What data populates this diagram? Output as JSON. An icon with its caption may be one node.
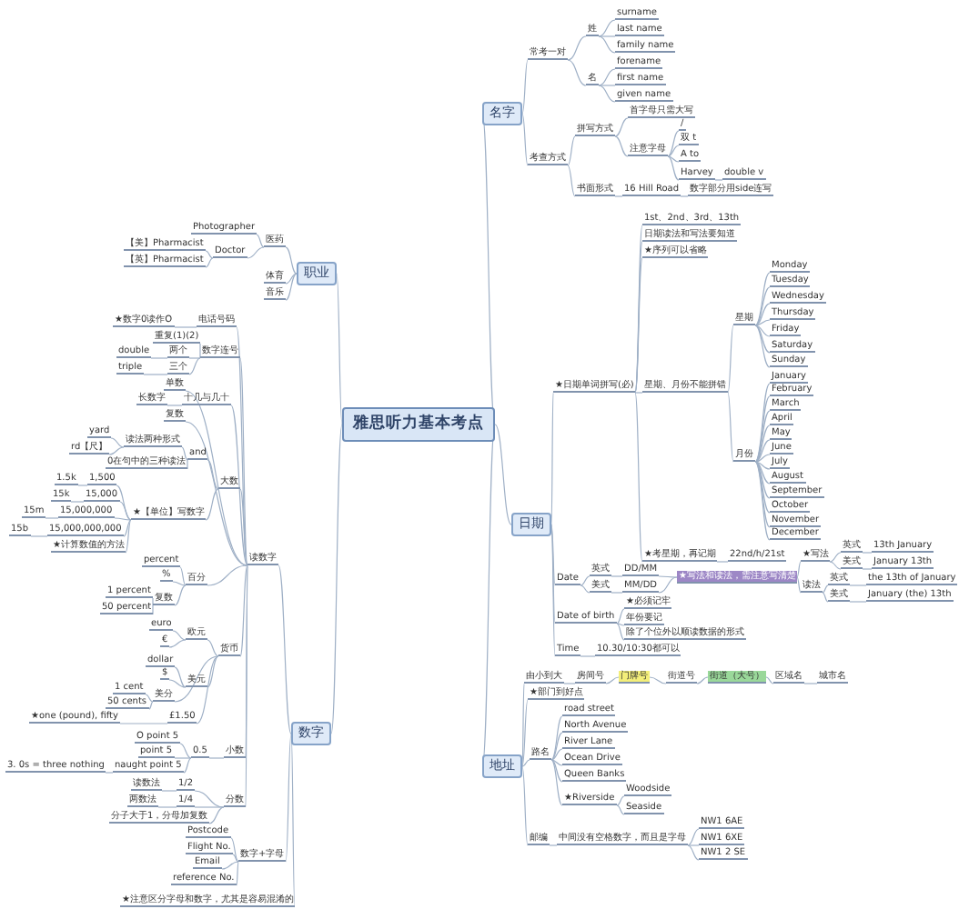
{
  "diagram": {
    "nodes": [
      {
        "text": [
          "雅思听力基本考点"
        ]
      },
      {
        "text": [
          "名字"
        ]
      },
      {
        "text": [
          "常考一对"
        ]
      },
      {
        "text": [
          "姓"
        ]
      },
      {
        "text": [
          "surname"
        ]
      },
      {
        "text": [
          "last name"
        ]
      },
      {
        "text": [
          "family name"
        ]
      },
      {
        "text": [
          "名"
        ]
      },
      {
        "text": [
          "forename"
        ]
      },
      {
        "text": [
          "first name"
        ]
      },
      {
        "text": [
          "given name"
        ]
      },
      {
        "text": [
          "考查方式"
        ]
      },
      {
        "text": [
          "拼写方式"
        ]
      },
      {
        "text": [
          "首字母只需大写"
        ]
      },
      {
        "text": [
          "注意字母"
        ]
      },
      {
        "text": [
          "/"
        ]
      },
      {
        "text": [
          "双 t"
        ]
      },
      {
        "text": [
          "A to"
        ]
      },
      {
        "text": [
          "Harvey"
        ]
      },
      {
        "text": [
          "double v"
        ]
      },
      {
        "text": [
          "书面形式"
        ]
      },
      {
        "text": [
          "16 Hill Road"
        ]
      },
      {
        "text": [
          "数字部分用side连写"
        ]
      },
      {
        "text": [
          "日期"
        ]
      },
      {
        "text": [
          "★日期单词拼写(必)"
        ]
      },
      {
        "text": [
          "1st、2nd、3rd、13th"
        ]
      },
      {
        "text": [
          "日期读法和写法要知道"
        ]
      },
      {
        "text": [
          "★序列可以省略"
        ]
      },
      {
        "text": [
          "星期、月份不能拼错"
        ]
      },
      {
        "text": [
          "星期"
        ]
      },
      {
        "text": [
          "Monday"
        ]
      },
      {
        "text": [
          "Tuesday"
        ]
      },
      {
        "text": [
          "Wednesday"
        ]
      },
      {
        "text": [
          "Thursday"
        ]
      },
      {
        "text": [
          "Friday"
        ]
      },
      {
        "text": [
          "Saturday"
        ]
      },
      {
        "text": [
          "Sunday"
        ]
      },
      {
        "text": [
          "月份"
        ]
      },
      {
        "text": [
          "January"
        ]
      },
      {
        "text": [
          "February"
        ]
      },
      {
        "text": [
          "March"
        ]
      },
      {
        "text": [
          "April"
        ]
      },
      {
        "text": [
          "June"
        ]
      },
      {
        "text": [
          "July"
        ]
      },
      {
        "text": [
          "August"
        ]
      },
      {
        "text": [
          "September"
        ]
      },
      {
        "text": [
          "October"
        ]
      },
      {
        "text": [
          "November"
        ]
      },
      {
        "text": [
          "December"
        ]
      },
      {
        "text": [
          "May"
        ]
      },
      {
        "text": [
          "★考星期，再记期"
        ]
      },
      {
        "text": [
          "22nd/h/21st"
        ]
      },
      {
        "text": [
          "★写法和读法，需注意写清楚"
        ]
      },
      {
        "text": [
          "★写法"
        ]
      },
      {
        "text": [
          "英式"
        ]
      },
      {
        "text": [
          "13th January"
        ]
      },
      {
        "text": [
          "美式"
        ]
      },
      {
        "text": [
          "January 13th"
        ]
      },
      {
        "text": [
          "读法"
        ]
      },
      {
        "text": [
          "英式"
        ]
      },
      {
        "text": [
          "the 13th of January"
        ]
      },
      {
        "text": [
          "美式"
        ]
      },
      {
        "text": [
          "January (the) 13th"
        ]
      },
      {
        "text": [
          "Date"
        ]
      },
      {
        "text": [
          "英式"
        ]
      },
      {
        "text": [
          "DD/MM"
        ]
      },
      {
        "text": [
          "美式"
        ]
      },
      {
        "text": [
          "MM/DD"
        ]
      },
      {
        "text": [
          "Date of birth"
        ]
      },
      {
        "text": [
          "★必须记牢"
        ]
      },
      {
        "text": [
          "年份要记"
        ]
      },
      {
        "text": [
          "除了个位外以顺读数据的形式"
        ]
      },
      {
        "text": [
          "Time"
        ]
      },
      {
        "text": [
          "10.30/10:30都可以"
        ]
      },
      {
        "text": [
          "地址"
        ]
      },
      {
        "text": [
          "由小到大"
        ]
      },
      {
        "text": [
          "房间号"
        ]
      },
      {
        "text": [
          "门牌号"
        ]
      },
      {
        "text": [
          "街道号"
        ]
      },
      {
        "text": [
          "街道（大号）"
        ]
      },
      {
        "text": [
          "区域名"
        ]
      },
      {
        "text": [
          "城市名"
        ]
      },
      {
        "text": [
          "★部门到好点"
        ]
      },
      {
        "text": [
          "路名"
        ]
      },
      {
        "text": [
          "road street"
        ]
      },
      {
        "text": [
          "North Avenue"
        ]
      },
      {
        "text": [
          "River Lane"
        ]
      },
      {
        "text": [
          "Ocean Drive"
        ]
      },
      {
        "text": [
          "Queen Banks"
        ]
      },
      {
        "text": [
          "★Riverside"
        ]
      },
      {
        "text": [
          "Woodside"
        ]
      },
      {
        "text": [
          "Seaside"
        ]
      },
      {
        "text": [
          "邮编"
        ]
      },
      {
        "text": [
          "中间没有空格数字，而且是字母"
        ]
      },
      {
        "text": [
          "NW1 6AE"
        ]
      },
      {
        "text": [
          "NW1 6XE"
        ]
      },
      {
        "text": [
          "NW1 2 SE"
        ]
      },
      {
        "text": [
          "职业"
        ]
      },
      {
        "text": [
          "医药"
        ]
      },
      {
        "text": [
          "Photographer"
        ]
      },
      {
        "text": [
          "Doctor"
        ]
      },
      {
        "text": [
          "【美】Pharmacist"
        ]
      },
      {
        "text": [
          "【英】Pharmacist"
        ]
      },
      {
        "text": [
          "体育"
        ]
      },
      {
        "text": [
          "音乐"
        ]
      },
      {
        "text": [
          "数字"
        ]
      },
      {
        "text": [
          "读数字"
        ]
      },
      {
        "text": [
          "电话号码"
        ]
      },
      {
        "text": [
          "★数字0读作O"
        ]
      },
      {
        "text": [
          "数字连号"
        ]
      },
      {
        "text": [
          "重复(1)(2)"
        ]
      },
      {
        "text": [
          "两个"
        ]
      },
      {
        "text": [
          "double"
        ]
      },
      {
        "text": [
          "三个"
        ]
      },
      {
        "text": [
          "triple"
        ]
      },
      {
        "text": [
          "单数"
        ]
      },
      {
        "text": [
          "长数字"
        ]
      },
      {
        "text": [
          "十几与几十"
        ]
      },
      {
        "text": [
          "复数"
        ]
      },
      {
        "text": [
          "大数"
        ]
      },
      {
        "text": [
          "and"
        ]
      },
      {
        "text": [
          "读法两种形式"
        ]
      },
      {
        "text": [
          "yard"
        ]
      },
      {
        "text": [
          "rd【尺】"
        ]
      },
      {
        "text": [
          "0在句中的三种读法"
        ]
      },
      {
        "text": [
          "★【单位】写数字"
        ]
      },
      {
        "text": [
          "1.5k"
        ]
      },
      {
        "text": [
          "1,500"
        ]
      },
      {
        "text": [
          "15k"
        ]
      },
      {
        "text": [
          "15,000"
        ]
      },
      {
        "text": [
          "15m"
        ]
      },
      {
        "text": [
          "15,000,000"
        ]
      },
      {
        "text": [
          "15b"
        ]
      },
      {
        "text": [
          "15,000,000,000"
        ]
      },
      {
        "text": [
          "★计算数值的方法"
        ]
      },
      {
        "text": [
          "百分"
        ]
      },
      {
        "text": [
          "percent"
        ]
      },
      {
        "text": [
          "%"
        ]
      },
      {
        "text": [
          "复数"
        ]
      },
      {
        "text": [
          "1 percent"
        ]
      },
      {
        "text": [
          "50 percent"
        ]
      },
      {
        "text": [
          "货币"
        ]
      },
      {
        "text": [
          "欧元"
        ]
      },
      {
        "text": [
          "euro"
        ]
      },
      {
        "text": [
          "€"
        ]
      },
      {
        "text": [
          "美元"
        ]
      },
      {
        "text": [
          "dollar"
        ]
      },
      {
        "text": [
          "$"
        ]
      },
      {
        "text": [
          "美分"
        ]
      },
      {
        "text": [
          "1 cent"
        ]
      },
      {
        "text": [
          "50 cents"
        ]
      },
      {
        "text": [
          "★one (pound), fifty"
        ]
      },
      {
        "text": [
          "£1.50"
        ]
      },
      {
        "text": [
          "小数"
        ]
      },
      {
        "text": [
          "0.5"
        ]
      },
      {
        "text": [
          "O point 5"
        ]
      },
      {
        "text": [
          "point 5"
        ]
      },
      {
        "text": [
          "naught point 5"
        ]
      },
      {
        "text": [
          "3. 0s = three nothing"
        ]
      },
      {
        "text": [
          "分数"
        ]
      },
      {
        "text": [
          "读数法"
        ]
      },
      {
        "text": [
          "1/2"
        ]
      },
      {
        "text": [
          "两数法"
        ]
      },
      {
        "text": [
          "1/4"
        ]
      },
      {
        "text": [
          "分子大于1，分母加复数"
        ]
      },
      {
        "text": [
          "数字+字母"
        ]
      },
      {
        "text": [
          "Postcode"
        ]
      },
      {
        "text": [
          "Flight No."
        ]
      },
      {
        "text": [
          "Email"
        ]
      },
      {
        "text": [
          "reference No."
        ]
      },
      {
        "text": [
          "★注意区分字母和数字，尤其是容易混淆的"
        ]
      }
    ],
    "edges": [
      {
        "from": 0,
        "to": 1,
        "arrow": "none"
      },
      {
        "from": 0,
        "to": 23,
        "arrow": "none"
      },
      {
        "from": 0,
        "to": 74,
        "arrow": "none"
      },
      {
        "from": 0,
        "to": 97,
        "arrow": "none"
      },
      {
        "from": 0,
        "to": 105,
        "arrow": "none"
      },
      {
        "from": 1,
        "to": 2,
        "arrow": "none"
      },
      {
        "from": 2,
        "to": 3,
        "arrow": "none"
      },
      {
        "from": 3,
        "to": 4,
        "arrow": "none"
      },
      {
        "from": 3,
        "to": 5,
        "arrow": "none"
      },
      {
        "from": 3,
        "to": 6,
        "arrow": "none"
      },
      {
        "from": 2,
        "to": 7,
        "arrow": "none"
      },
      {
        "from": 7,
        "to": 8,
        "arrow": "none"
      },
      {
        "from": 7,
        "to": 9,
        "arrow": "none"
      },
      {
        "from": 7,
        "to": 10,
        "arrow": "none"
      },
      {
        "from": 1,
        "to": 11,
        "arrow": "none"
      },
      {
        "from": 11,
        "to": 12,
        "arrow": "none"
      },
      {
        "from": 12,
        "to": 13,
        "arrow": "none"
      },
      {
        "from": 12,
        "to": 14,
        "arrow": "none"
      },
      {
        "from": 14,
        "to": 15,
        "arrow": "none"
      },
      {
        "from": 14,
        "to": 16,
        "arrow": "none"
      },
      {
        "from": 14,
        "to": 17,
        "arrow": "none"
      },
      {
        "from": 14,
        "to": 18,
        "arrow": "none"
      },
      {
        "from": 18,
        "to": 19,
        "arrow": "none"
      },
      {
        "from": 11,
        "to": 20,
        "arrow": "none"
      },
      {
        "from": 20,
        "to": 21,
        "arrow": "none"
      },
      {
        "from": 21,
        "to": 22,
        "arrow": "none"
      },
      {
        "from": 23,
        "to": 24,
        "arrow": "none"
      },
      {
        "from": 24,
        "to": 25,
        "arrow": "none"
      },
      {
        "from": 24,
        "to": 26,
        "arrow": "none"
      },
      {
        "from": 24,
        "to": 27,
        "arrow": "none"
      },
      {
        "from": 24,
        "to": 28,
        "arrow": "none"
      },
      {
        "from": 28,
        "to": 29,
        "arrow": "none"
      },
      {
        "from": 29,
        "to": 30,
        "arrow": "none"
      },
      {
        "from": 29,
        "to": 31,
        "arrow": "none"
      },
      {
        "from": 29,
        "to": 32,
        "arrow": "none"
      },
      {
        "from": 29,
        "to": 33,
        "arrow": "none"
      },
      {
        "from": 29,
        "to": 34,
        "arrow": "none"
      },
      {
        "from": 29,
        "to": 35,
        "arrow": "none"
      },
      {
        "from": 29,
        "to": 36,
        "arrow": "none"
      },
      {
        "from": 28,
        "to": 37,
        "arrow": "none"
      },
      {
        "from": 37,
        "to": 38,
        "arrow": "none"
      },
      {
        "from": 37,
        "to": 39,
        "arrow": "none"
      },
      {
        "from": 37,
        "to": 40,
        "arrow": "none"
      },
      {
        "from": 37,
        "to": 41,
        "arrow": "none"
      },
      {
        "from": 37,
        "to": 49,
        "arrow": "none"
      },
      {
        "from": 37,
        "to": 42,
        "arrow": "none"
      },
      {
        "from": 37,
        "to": 43,
        "arrow": "none"
      },
      {
        "from": 37,
        "to": 44,
        "arrow": "none"
      },
      {
        "from": 37,
        "to": 45,
        "arrow": "none"
      },
      {
        "from": 37,
        "to": 46,
        "arrow": "none"
      },
      {
        "from": 37,
        "to": 47,
        "arrow": "none"
      },
      {
        "from": 37,
        "to": 48,
        "arrow": "none"
      },
      {
        "from": 24,
        "to": 50,
        "arrow": "none"
      },
      {
        "from": 50,
        "to": 51,
        "arrow": "none"
      },
      {
        "from": 52,
        "to": 53,
        "arrow": "none"
      },
      {
        "from": 53,
        "to": 54,
        "arrow": "none"
      },
      {
        "from": 54,
        "to": 55,
        "arrow": "none"
      },
      {
        "from": 53,
        "to": 56,
        "arrow": "none"
      },
      {
        "from": 56,
        "to": 57,
        "arrow": "none"
      },
      {
        "from": 52,
        "to": 58,
        "arrow": "none"
      },
      {
        "from": 58,
        "to": 59,
        "arrow": "none"
      },
      {
        "from": 59,
        "to": 60,
        "arrow": "none"
      },
      {
        "from": 58,
        "to": 61,
        "arrow": "none"
      },
      {
        "from": 61,
        "to": 62,
        "arrow": "none"
      },
      {
        "from": 23,
        "to": 63,
        "arrow": "none"
      },
      {
        "from": 63,
        "to": 64,
        "arrow": "none"
      },
      {
        "from": 64,
        "to": 65,
        "arrow": "none"
      },
      {
        "from": 63,
        "to": 66,
        "arrow": "none"
      },
      {
        "from": 66,
        "to": 67,
        "arrow": "none"
      },
      {
        "from": 65,
        "to": 52,
        "arrow": "none"
      },
      {
        "from": 67,
        "to": 52,
        "arrow": "none"
      },
      {
        "from": 23,
        "to": 68,
        "arrow": "none"
      },
      {
        "from": 68,
        "to": 69,
        "arrow": "none"
      },
      {
        "from": 68,
        "to": 70,
        "arrow": "none"
      },
      {
        "from": 68,
        "to": 71,
        "arrow": "none"
      },
      {
        "from": 23,
        "to": 72,
        "arrow": "none"
      },
      {
        "from": 72,
        "to": 73,
        "arrow": "none"
      },
      {
        "from": 74,
        "to": 75,
        "arrow": "none"
      },
      {
        "from": 75,
        "to": 76,
        "arrow": "none"
      },
      {
        "from": 76,
        "to": 77,
        "arrow": "none"
      },
      {
        "from": 77,
        "to": 78,
        "arrow": "none"
      },
      {
        "from": 78,
        "to": 79,
        "arrow": "none"
      },
      {
        "from": 79,
        "to": 80,
        "arrow": "none"
      },
      {
        "from": 80,
        "to": 81,
        "arrow": "none"
      },
      {
        "from": 74,
        "to": 82,
        "arrow": "none"
      },
      {
        "from": 74,
        "to": 83,
        "arrow": "none"
      },
      {
        "from": 83,
        "to": 84,
        "arrow": "none"
      },
      {
        "from": 83,
        "to": 85,
        "arrow": "none"
      },
      {
        "from": 83,
        "to": 86,
        "arrow": "none"
      },
      {
        "from": 83,
        "to": 87,
        "arrow": "none"
      },
      {
        "from": 83,
        "to": 88,
        "arrow": "none"
      },
      {
        "from": 83,
        "to": 89,
        "arrow": "none"
      },
      {
        "from": 89,
        "to": 90,
        "arrow": "none"
      },
      {
        "from": 89,
        "to": 91,
        "arrow": "none"
      },
      {
        "from": 74,
        "to": 92,
        "arrow": "none"
      },
      {
        "from": 92,
        "to": 93,
        "arrow": "none"
      },
      {
        "from": 93,
        "to": 94,
        "arrow": "none"
      },
      {
        "from": 93,
        "to": 95,
        "arrow": "none"
      },
      {
        "from": 93,
        "to": 96,
        "arrow": "none"
      },
      {
        "from": 97,
        "to": 98,
        "arrow": "none"
      },
      {
        "from": 98,
        "to": 99,
        "arrow": "none"
      },
      {
        "from": 98,
        "to": 100,
        "arrow": "none"
      },
      {
        "from": 100,
        "to": 101,
        "arrow": "none"
      },
      {
        "from": 100,
        "to": 102,
        "arrow": "none"
      },
      {
        "from": 97,
        "to": 103,
        "arrow": "none"
      },
      {
        "from": 97,
        "to": 104,
        "arrow": "none"
      },
      {
        "from": 105,
        "to": 106,
        "arrow": "none"
      },
      {
        "from": 106,
        "to": 107,
        "arrow": "none"
      },
      {
        "from": 107,
        "to": 108,
        "arrow": "none"
      },
      {
        "from": 106,
        "to": 109,
        "arrow": "none"
      },
      {
        "from": 109,
        "to": 110,
        "arrow": "none"
      },
      {
        "from": 109,
        "to": 111,
        "arrow": "none"
      },
      {
        "from": 111,
        "to": 112,
        "arrow": "none"
      },
      {
        "from": 109,
        "to": 113,
        "arrow": "none"
      },
      {
        "from": 113,
        "to": 114,
        "arrow": "none"
      },
      {
        "from": 106,
        "to": 115,
        "arrow": "none"
      },
      {
        "from": 106,
        "to": 117,
        "arrow": "none"
      },
      {
        "from": 117,
        "to": 116,
        "arrow": "none"
      },
      {
        "from": 106,
        "to": 118,
        "arrow": "none"
      },
      {
        "from": 106,
        "to": 119,
        "arrow": "none"
      },
      {
        "from": 119,
        "to": 120,
        "arrow": "none"
      },
      {
        "from": 120,
        "to": 121,
        "arrow": "none"
      },
      {
        "from": 121,
        "to": 122,
        "arrow": "none"
      },
      {
        "from": 121,
        "to": 123,
        "arrow": "none"
      },
      {
        "from": 120,
        "to": 124,
        "arrow": "none"
      },
      {
        "from": 119,
        "to": 125,
        "arrow": "none"
      },
      {
        "from": 125,
        "to": 127,
        "arrow": "none"
      },
      {
        "from": 127,
        "to": 126,
        "arrow": "none"
      },
      {
        "from": 125,
        "to": 129,
        "arrow": "none"
      },
      {
        "from": 129,
        "to": 128,
        "arrow": "none"
      },
      {
        "from": 125,
        "to": 131,
        "arrow": "none"
      },
      {
        "from": 131,
        "to": 130,
        "arrow": "none"
      },
      {
        "from": 125,
        "to": 133,
        "arrow": "none"
      },
      {
        "from": 133,
        "to": 132,
        "arrow": "none"
      },
      {
        "from": 125,
        "to": 134,
        "arrow": "none"
      },
      {
        "from": 106,
        "to": 135,
        "arrow": "none"
      },
      {
        "from": 135,
        "to": 136,
        "arrow": "none"
      },
      {
        "from": 135,
        "to": 137,
        "arrow": "none"
      },
      {
        "from": 135,
        "to": 138,
        "arrow": "none"
      },
      {
        "from": 138,
        "to": 139,
        "arrow": "none"
      },
      {
        "from": 138,
        "to": 140,
        "arrow": "none"
      },
      {
        "from": 106,
        "to": 141,
        "arrow": "none"
      },
      {
        "from": 141,
        "to": 142,
        "arrow": "none"
      },
      {
        "from": 142,
        "to": 143,
        "arrow": "none"
      },
      {
        "from": 142,
        "to": 144,
        "arrow": "none"
      },
      {
        "from": 141,
        "to": 145,
        "arrow": "none"
      },
      {
        "from": 145,
        "to": 146,
        "arrow": "none"
      },
      {
        "from": 145,
        "to": 147,
        "arrow": "none"
      },
      {
        "from": 141,
        "to": 148,
        "arrow": "none"
      },
      {
        "from": 148,
        "to": 149,
        "arrow": "none"
      },
      {
        "from": 148,
        "to": 150,
        "arrow": "none"
      },
      {
        "from": 141,
        "to": 152,
        "arrow": "none"
      },
      {
        "from": 152,
        "to": 151,
        "arrow": "none"
      },
      {
        "from": 106,
        "to": 153,
        "arrow": "none"
      },
      {
        "from": 153,
        "to": 154,
        "arrow": "none"
      },
      {
        "from": 154,
        "to": 155,
        "arrow": "none"
      },
      {
        "from": 154,
        "to": 156,
        "arrow": "none"
      },
      {
        "from": 154,
        "to": 157,
        "arrow": "none"
      },
      {
        "from": 157,
        "to": 158,
        "arrow": "none"
      },
      {
        "from": 106,
        "to": 159,
        "arrow": "none"
      },
      {
        "from": 159,
        "to": 161,
        "arrow": "none"
      },
      {
        "from": 161,
        "to": 160,
        "arrow": "none"
      },
      {
        "from": 159,
        "to": 163,
        "arrow": "none"
      },
      {
        "from": 163,
        "to": 162,
        "arrow": "none"
      },
      {
        "from": 159,
        "to": 164,
        "arrow": "none"
      },
      {
        "from": 105,
        "to": 165,
        "arrow": "none"
      },
      {
        "from": 165,
        "to": 166,
        "arrow": "none"
      },
      {
        "from": 165,
        "to": 167,
        "arrow": "none"
      },
      {
        "from": 165,
        "to": 168,
        "arrow": "none"
      },
      {
        "from": 165,
        "to": 169,
        "arrow": "none"
      },
      {
        "from": 105,
        "to": 170,
        "arrow": "none"
      }
    ]
  }
}
